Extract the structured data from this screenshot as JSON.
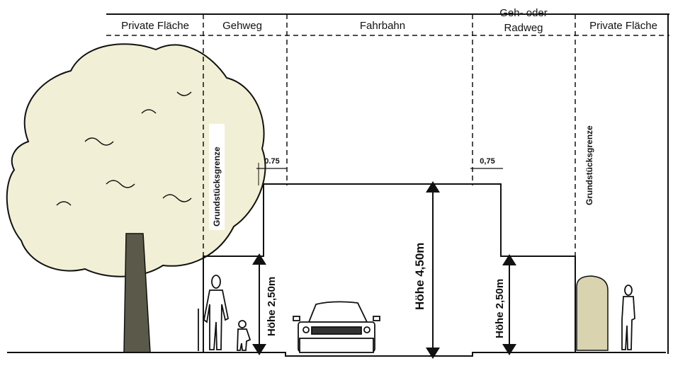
{
  "headers": {
    "private_left": "Private Fläche",
    "gehweg": "Gehweg",
    "fahrbahn": "Fahrbahn",
    "radweg_line1": "Geh- oder",
    "radweg_line2": "Radweg",
    "private_right": "Private Fläche"
  },
  "boundary_labels": {
    "left": "Grundstücksgrenze",
    "right": "Grundstücksgrenze"
  },
  "dimensions": {
    "offset_left": "0.75",
    "offset_right": "0,75",
    "height_left": "Höhe 2,50m",
    "height_center": "Höhe 4,50m",
    "height_right": "Höhe 2,50m"
  },
  "colors": {
    "line": "#111111",
    "foliage": "#f1f0d6",
    "trunk": "#5b5a4a",
    "hedge": "#d9d3b0"
  }
}
